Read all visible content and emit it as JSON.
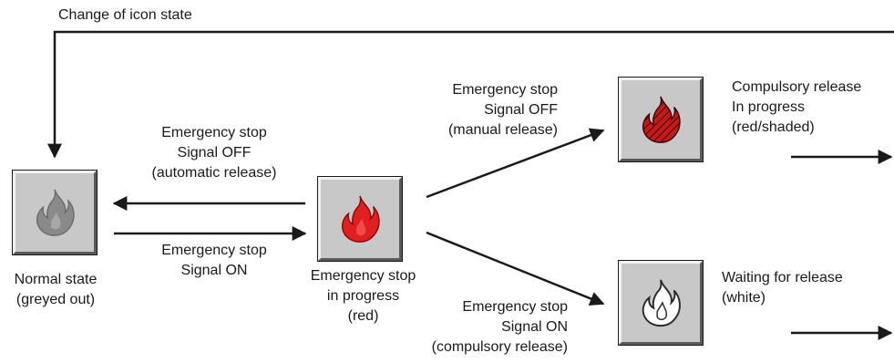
{
  "header": {
    "text": "Change of icon state"
  },
  "states": {
    "normal": {
      "line1": "Normal state",
      "line2": "(greyed out)",
      "icon": "flame-icon",
      "color": "#8a8a8a"
    },
    "emergency": {
      "line1": "Emergency stop",
      "line2": "in progress",
      "line3": "(red)",
      "icon": "flame-icon",
      "color": "#e02020"
    },
    "compulsory": {
      "line1": "Compulsory release",
      "line2": "In progress",
      "line3": "(red/shaded)",
      "icon": "flame-hatched-icon",
      "color": "#c41a1a"
    },
    "waiting": {
      "line1": "Waiting for release",
      "line2": "(white)",
      "icon": "flame-outline-icon",
      "color": "#ffffff"
    }
  },
  "transitions": {
    "off_auto": {
      "line1": "Emergency stop",
      "line2": "Signal OFF",
      "line3": "(automatic release)"
    },
    "on": {
      "line1": "Emergency stop",
      "line2": "Signal ON"
    },
    "off_manual": {
      "line1": "Emergency stop",
      "line2": "Signal OFF",
      "line3": "(manual release)"
    },
    "on_compulsory": {
      "line1": "Emergency stop",
      "line2": "Signal ON",
      "line3": "(compulsory release)"
    }
  }
}
